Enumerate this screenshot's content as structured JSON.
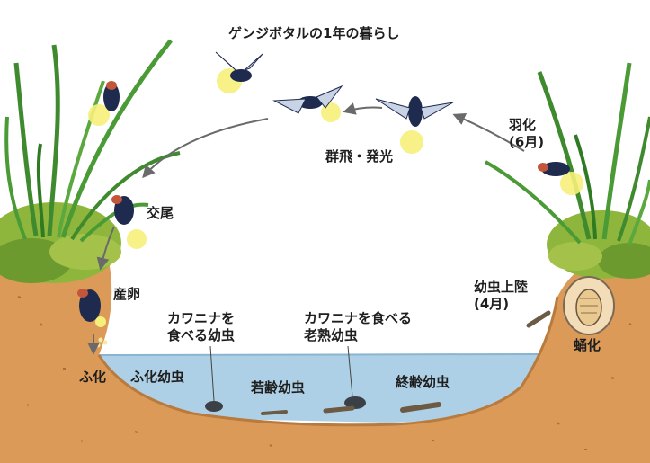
{
  "title": "ゲンジボタルの1年の暮らし",
  "stages": {
    "emergence": "羽化\n(6月)",
    "swarming": "群飛・発光",
    "mating": "交尾",
    "egg_laying": "産卵",
    "hatching": "ふ化",
    "hatched_larva": "ふ化幼虫",
    "young_larva": "若齢幼虫",
    "final_larva": "終齢幼虫",
    "eating_snails": "カワニナを\n食べる幼虫",
    "mature_larva": "カワニナを食べる\n老熟幼虫",
    "larva_landing": "幼虫上陸\n(4月)",
    "pupation": "蛹化"
  },
  "colors": {
    "water": "#aed0e6",
    "soil": "#dc9a58",
    "grass": "#3f8a2e",
    "firefly_glow": "#f6ef7a",
    "firefly_body": "#1e2a4e",
    "arrow": "#6a6a6a"
  },
  "icons": [
    "firefly-icon",
    "grass-clump-icon",
    "snail-icon",
    "larva-icon",
    "pupa-icon",
    "egg-icon"
  ]
}
